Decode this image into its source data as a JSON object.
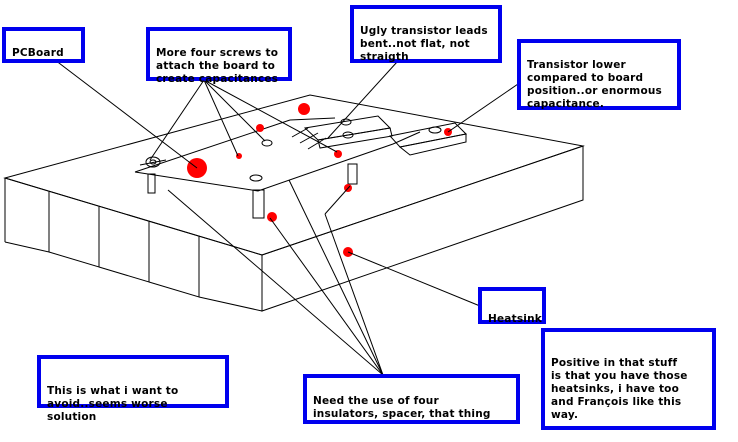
{
  "colors": {
    "callout_border": "#0000ee",
    "marker": "#ff0000",
    "ink": "#000000",
    "background": "#ffffff"
  },
  "callouts": {
    "pcboard": "PCBoard",
    "screws": "More four screws to\nattach the board to\ncreate capacitances",
    "leads": "Ugly transistor leads\nbent..not flat, not\nstraigth",
    "transistor_lower": "Transistor lower\ncompared to board\nposition..or enormous\ncapacitance.",
    "heatsink": "Heatsink",
    "positive": "Positive in that stuff\nis that you have those\nheatsinks, i have too\nand François like this\nway.",
    "avoid": "This is what i want to\navoid..seems worse solution",
    "insulators": "Need the use of four\ninsulators, spacer, that thing"
  }
}
